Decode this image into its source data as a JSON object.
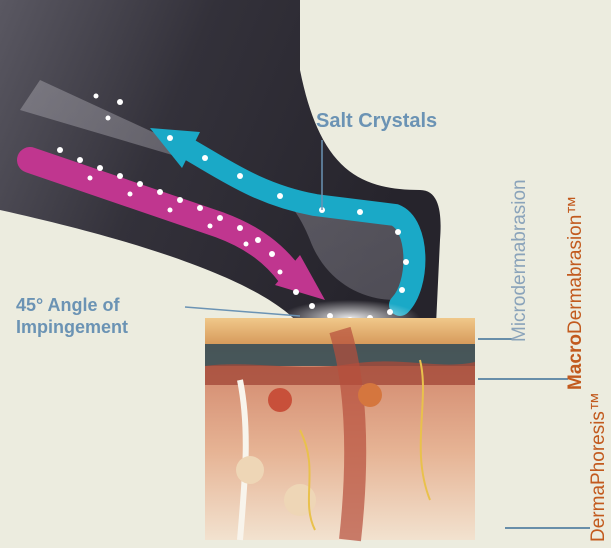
{
  "labels": {
    "salt_crystals": "Salt Crystals",
    "angle_line1": "45° Angle of",
    "angle_line2": "Impingement",
    "micro": "Microdermabrasion",
    "macro_bold": "Macro",
    "macro_rest": "Dermabrasion™",
    "dermaphoresis": "DermaPhoresis™"
  },
  "colors": {
    "background": "#ececdf",
    "label_blue": "#6b93b4",
    "micro_label": "#8aa3ba",
    "brand_orange": "#c25a1e",
    "crystal_flow_cyan": "#1aa9c7",
    "inflow_magenta": "#c0368f",
    "handpiece_dark": "#3c3a44"
  }
}
